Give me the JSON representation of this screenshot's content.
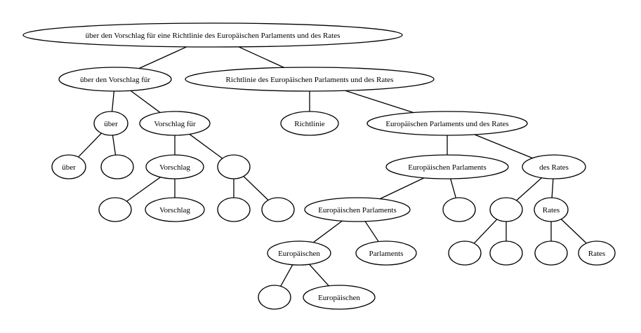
{
  "tree": {
    "nodes": [
      {
        "id": "n1",
        "label": "über den Vorschlag für eine Richtlinie des Europäischen Parlaments und des Rates"
      },
      {
        "id": "n2",
        "label": "über den Vorschlag für"
      },
      {
        "id": "n3",
        "label": "Richtlinie des Europäischen Parlaments und des Rates"
      },
      {
        "id": "n4",
        "label": "über"
      },
      {
        "id": "n5",
        "label": "Vorschlag für"
      },
      {
        "id": "n6",
        "label": "Richtlinie"
      },
      {
        "id": "n7",
        "label": "Europäischen Parlaments und des Rates"
      },
      {
        "id": "n8",
        "label": "über"
      },
      {
        "id": "n9",
        "label": ""
      },
      {
        "id": "n10",
        "label": "Vorschlag"
      },
      {
        "id": "n11",
        "label": ""
      },
      {
        "id": "n12",
        "label": "Europäischen Parlaments"
      },
      {
        "id": "n13",
        "label": "des Rates"
      },
      {
        "id": "n14",
        "label": ""
      },
      {
        "id": "n15",
        "label": "Vorschlag"
      },
      {
        "id": "n16",
        "label": ""
      },
      {
        "id": "n17",
        "label": ""
      },
      {
        "id": "n18",
        "label": "Europäischen Parlaments"
      },
      {
        "id": "n19",
        "label": ""
      },
      {
        "id": "n20",
        "label": ""
      },
      {
        "id": "n21",
        "label": "Rates"
      },
      {
        "id": "n22",
        "label": "Europäischen"
      },
      {
        "id": "n23",
        "label": "Parlaments"
      },
      {
        "id": "n24",
        "label": ""
      },
      {
        "id": "n25",
        "label": ""
      },
      {
        "id": "n26",
        "label": ""
      },
      {
        "id": "n27",
        "label": "Rates"
      },
      {
        "id": "n28",
        "label": ""
      },
      {
        "id": "n29",
        "label": "Europäischen"
      }
    ],
    "edges": [
      [
        "n1",
        "n2"
      ],
      [
        "n1",
        "n3"
      ],
      [
        "n2",
        "n4"
      ],
      [
        "n2",
        "n5"
      ],
      [
        "n3",
        "n6"
      ],
      [
        "n3",
        "n7"
      ],
      [
        "n4",
        "n8"
      ],
      [
        "n4",
        "n9"
      ],
      [
        "n5",
        "n10"
      ],
      [
        "n5",
        "n11"
      ],
      [
        "n7",
        "n12"
      ],
      [
        "n7",
        "n13"
      ],
      [
        "n10",
        "n14"
      ],
      [
        "n10",
        "n15"
      ],
      [
        "n11",
        "n16"
      ],
      [
        "n11",
        "n17"
      ],
      [
        "n12",
        "n18"
      ],
      [
        "n12",
        "n19"
      ],
      [
        "n13",
        "n20"
      ],
      [
        "n13",
        "n21"
      ],
      [
        "n18",
        "n22"
      ],
      [
        "n18",
        "n23"
      ],
      [
        "n20",
        "n24"
      ],
      [
        "n20",
        "n25"
      ],
      [
        "n21",
        "n26"
      ],
      [
        "n21",
        "n27"
      ],
      [
        "n22",
        "n28"
      ],
      [
        "n22",
        "n29"
      ]
    ]
  }
}
